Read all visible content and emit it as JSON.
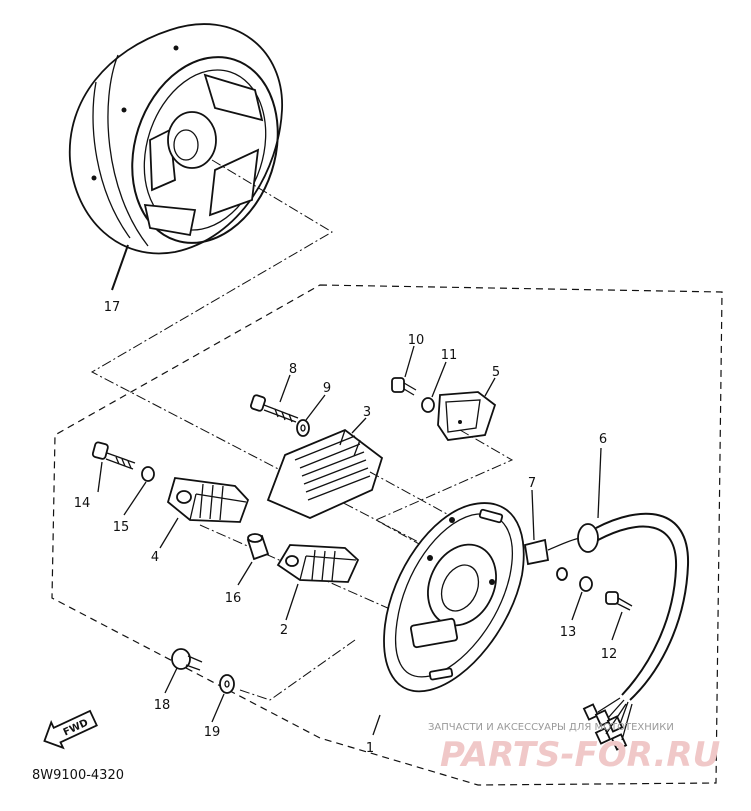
{
  "callouts": [
    {
      "id": "1",
      "label": "1"
    },
    {
      "id": "2",
      "label": "2"
    },
    {
      "id": "3",
      "label": "3"
    },
    {
      "id": "4",
      "label": "4"
    },
    {
      "id": "5",
      "label": "5"
    },
    {
      "id": "6",
      "label": "6"
    },
    {
      "id": "7",
      "label": "7"
    },
    {
      "id": "8",
      "label": "8"
    },
    {
      "id": "9",
      "label": "9"
    },
    {
      "id": "10",
      "label": "10"
    },
    {
      "id": "11",
      "label": "11"
    },
    {
      "id": "12",
      "label": "12"
    },
    {
      "id": "13",
      "label": "13"
    },
    {
      "id": "14",
      "label": "14"
    },
    {
      "id": "15",
      "label": "15"
    },
    {
      "id": "16",
      "label": "16"
    },
    {
      "id": "17",
      "label": "17"
    },
    {
      "id": "18",
      "label": "18"
    },
    {
      "id": "19",
      "label": "19"
    }
  ],
  "fwd_label": "FWD",
  "diagram_code": "8W9100-4320",
  "watermark": {
    "caption": "ЗАПЧАСТИ И АКСЕССУАРЫ ДЛЯ МОТОТЕХНИКИ",
    "brand": "PARTS-FOR.RU"
  }
}
